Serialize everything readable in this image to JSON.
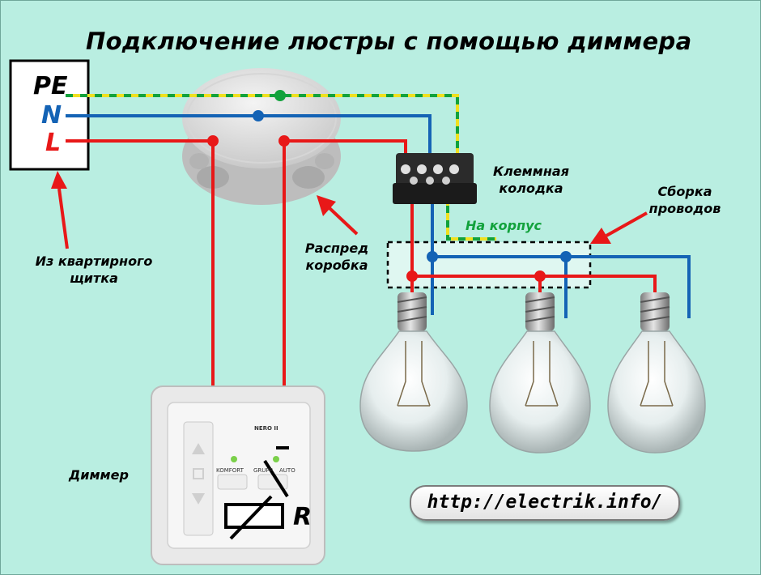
{
  "title": "Подключение люстры с помощью диммера",
  "panel": {
    "pe": "PE",
    "n": "N",
    "l": "L"
  },
  "labels": {
    "from_panel": [
      "Из квартирного",
      "щитка"
    ],
    "junction_box": [
      "Распред",
      "коробка"
    ],
    "terminal_block": [
      "Клеммная",
      "колодка"
    ],
    "wire_bundle": [
      "Сборка",
      "проводов"
    ],
    "to_body": "На корпус",
    "dimmer": "Диммер",
    "resistor": "R"
  },
  "dimmer_panel": {
    "brand": "NERO II",
    "komfort": "KOMFORT",
    "group": "GRUPP",
    "auto": "AUTO"
  },
  "url": "http://electrik.info/",
  "colors": {
    "background": "#b9eee1",
    "phase": "#e81818",
    "neutral": "#1463b5",
    "ground_yellow": "#f0e020",
    "ground_green": "#12a23c"
  }
}
